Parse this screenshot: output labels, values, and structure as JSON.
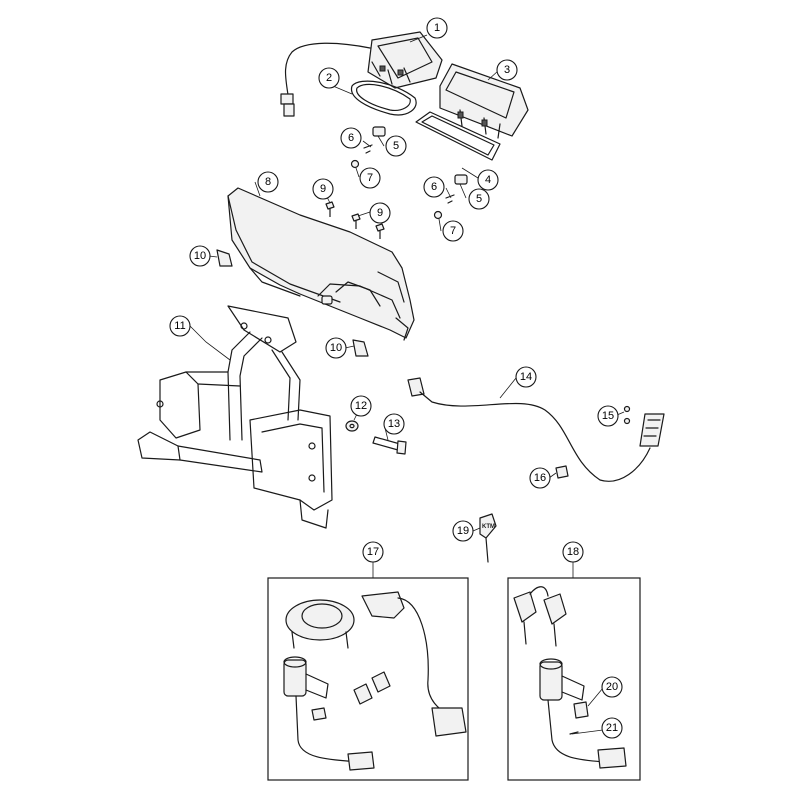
{
  "callouts": [
    {
      "n": "1"
    },
    {
      "n": "2"
    },
    {
      "n": "3"
    },
    {
      "n": "4"
    },
    {
      "n": "5"
    },
    {
      "n": "5"
    },
    {
      "n": "6"
    },
    {
      "n": "6"
    },
    {
      "n": "7"
    },
    {
      "n": "7"
    },
    {
      "n": "8"
    },
    {
      "n": "9"
    },
    {
      "n": "9"
    },
    {
      "n": "10"
    },
    {
      "n": "10"
    },
    {
      "n": "11"
    },
    {
      "n": "12"
    },
    {
      "n": "13"
    },
    {
      "n": "14"
    },
    {
      "n": "15"
    },
    {
      "n": "16"
    },
    {
      "n": "17"
    },
    {
      "n": "18"
    },
    {
      "n": "19"
    },
    {
      "n": "20"
    },
    {
      "n": "21"
    }
  ],
  "key_brand": "KTM"
}
